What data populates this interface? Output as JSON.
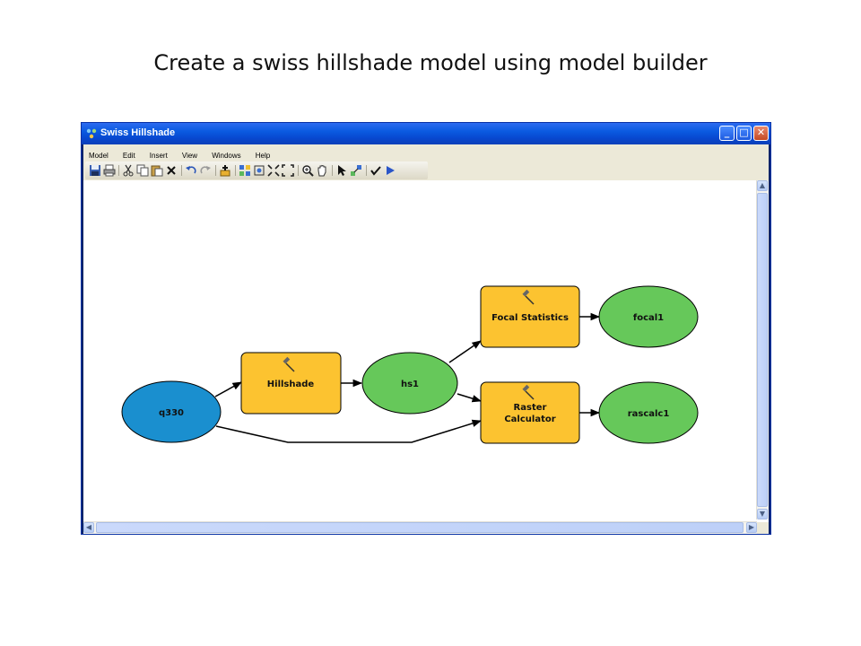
{
  "slide": {
    "title": "Create a swiss hillshade model using model builder"
  },
  "window": {
    "title": "Swiss Hillshade",
    "buttons": {
      "minimize": "_",
      "maximize": "□",
      "close": "✕"
    }
  },
  "menubar": {
    "items": [
      "Model",
      "Edit",
      "Insert",
      "View",
      "Windows",
      "Help"
    ]
  },
  "toolbar": {
    "icons": [
      "save-icon",
      "print-icon",
      "cut-icon",
      "copy-icon",
      "paste-icon",
      "delete-icon",
      "undo-icon",
      "redo-icon",
      "add-data-icon",
      "auto-layout-icon",
      "full-extent-icon",
      "zoom-in-fixed-icon",
      "zoom-out-fixed-icon",
      "zoom-in-icon",
      "pan-icon",
      "select-icon",
      "connect-icon",
      "validate-icon",
      "run-icon"
    ]
  },
  "model": {
    "nodes": {
      "input": {
        "label": "q330",
        "kind": "input-data",
        "color": "#1a8fcf"
      },
      "hillshade": {
        "label": "Hillshade",
        "kind": "tool",
        "color": "#fcc330"
      },
      "hs1": {
        "label": "hs1",
        "kind": "derived-data",
        "color": "#66c85a"
      },
      "focal": {
        "label": "Focal Statistics",
        "kind": "tool",
        "color": "#fcc330"
      },
      "raster_line1": {
        "label": "Raster",
        "kind": "tool-line",
        "color": "#fcc330"
      },
      "raster_line2": {
        "label": "Calculator",
        "kind": "tool-line",
        "color": "#fcc330"
      },
      "focal1": {
        "label": "focal1",
        "kind": "derived-data",
        "color": "#66c85a"
      },
      "rascalc1": {
        "label": "rascalc1",
        "kind": "derived-data",
        "color": "#66c85a"
      }
    },
    "connections": [
      [
        "q330",
        "Hillshade"
      ],
      [
        "Hillshade",
        "hs1"
      ],
      [
        "hs1",
        "Focal Statistics"
      ],
      [
        "hs1",
        "Raster Calculator"
      ],
      [
        "q330",
        "Raster Calculator"
      ],
      [
        "Focal Statistics",
        "focal1"
      ],
      [
        "Raster Calculator",
        "rascalc1"
      ]
    ]
  },
  "scrollbars": {
    "up": "▲",
    "down": "▼",
    "left": "◀",
    "right": "▶"
  }
}
